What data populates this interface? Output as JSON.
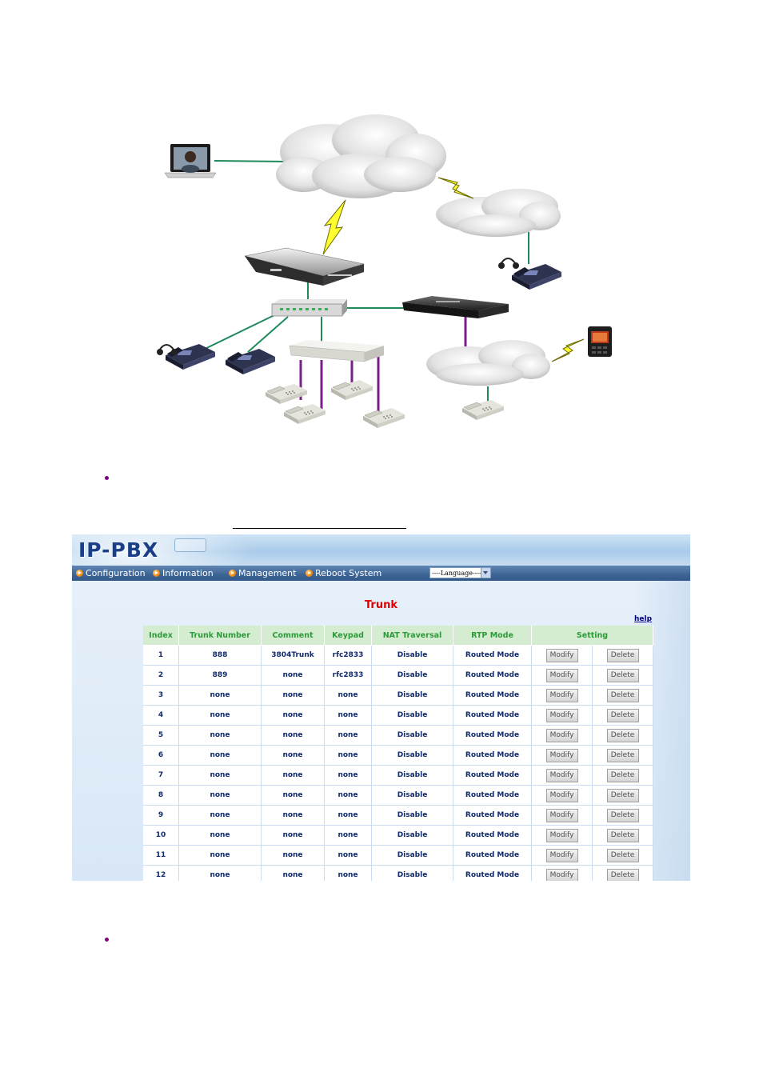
{
  "app": {
    "logo": "IP-PBX",
    "menu": [
      {
        "label": "Configuration"
      },
      {
        "label": "Information"
      },
      {
        "label": "Management"
      },
      {
        "label": "Reboot System"
      }
    ],
    "language_select": "----Language----",
    "page_title": "Trunk",
    "help": "help"
  },
  "table": {
    "headers": [
      "Index",
      "Trunk Number",
      "Comment",
      "Keypad",
      "NAT Traversal",
      "RTP Mode",
      "Setting"
    ],
    "modify_label": "Modify",
    "delete_label": "Delete",
    "rows": [
      [
        "1",
        "888",
        "3804Trunk",
        "rfc2833",
        "Disable",
        "Routed Mode"
      ],
      [
        "2",
        "889",
        "none",
        "rfc2833",
        "Disable",
        "Routed Mode"
      ],
      [
        "3",
        "none",
        "none",
        "none",
        "Disable",
        "Routed Mode"
      ],
      [
        "4",
        "none",
        "none",
        "none",
        "Disable",
        "Routed Mode"
      ],
      [
        "5",
        "none",
        "none",
        "none",
        "Disable",
        "Routed Mode"
      ],
      [
        "6",
        "none",
        "none",
        "none",
        "Disable",
        "Routed Mode"
      ],
      [
        "7",
        "none",
        "none",
        "none",
        "Disable",
        "Routed Mode"
      ],
      [
        "8",
        "none",
        "none",
        "none",
        "Disable",
        "Routed Mode"
      ],
      [
        "9",
        "none",
        "none",
        "none",
        "Disable",
        "Routed Mode"
      ],
      [
        "10",
        "none",
        "none",
        "none",
        "Disable",
        "Routed Mode"
      ],
      [
        "11",
        "none",
        "none",
        "none",
        "Disable",
        "Routed Mode"
      ],
      [
        "12",
        "none",
        "none",
        "none",
        "Disable",
        "Routed Mode"
      ]
    ]
  },
  "colors": {
    "title_red": "#e00000",
    "header_green": "#2e9a3a",
    "menu_bar": "#3d6594",
    "link_navy": "#000080",
    "bullet_purple": "#800080"
  }
}
